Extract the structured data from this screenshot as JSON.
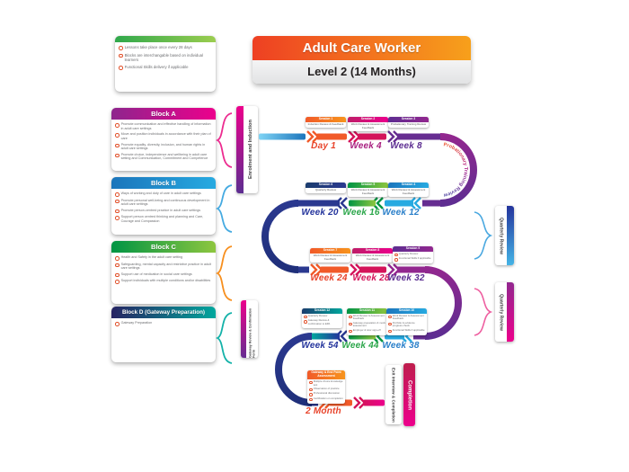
{
  "header": {
    "title": "Adult Care Worker",
    "subtitle": "Level 2 (14 Months)"
  },
  "info_card": {
    "bullets": [
      "Lessons take place once every 28 days",
      "Blocks are interchangable based on individual learners",
      "Functional Skills delivery if applicable"
    ]
  },
  "blocks": [
    {
      "title": "Block A",
      "bullets": [
        "Promote communication and effective handling of information in adult care settings",
        "Move and position individuals in accordance with their plan of care",
        "Promote equality, diversity, inclusion, and human rights in adult care settings",
        "Promote choice, independence and wellbeing in adult care setting and Communication, Commitment and Competence"
      ]
    },
    {
      "title": "Block B",
      "bullets": [
        "Ways of working and duty of care in adult care settings",
        "Promote personal well-being and continuous development in adult care settings",
        "Promote person-centred practice in adult care settings",
        "Support person centred thinking and planning and Care, Courage and Compassion"
      ]
    },
    {
      "title": "Block C",
      "bullets": [
        "Health and Safety in the adult care setting",
        "Safeguarding, mental capacity and restrictive practice in adult care settings",
        "Support use of medication in social care settings",
        "Support individuals with multiple conditions and/or disabilities"
      ]
    },
    {
      "title": "Block D (Gateway Preparation)",
      "bullets": [
        "Gateway Preparation"
      ]
    }
  ],
  "timeline": {
    "start_label": "Enrolment and Induction",
    "curve_label": "Probationary Training Review",
    "week_labels": [
      "Day 1",
      "Week 4",
      "Week 8",
      "Week 20",
      "Week 16",
      "Week 12",
      "Week 24",
      "Week 28",
      "Week 32",
      "Week 54",
      "Week 44",
      "Week 38",
      "2 Month"
    ]
  },
  "sessions": [
    {
      "title": "Session 1",
      "body": "Induction Review & Feedback"
    },
    {
      "title": "Session 2",
      "body": "Work Review & Assessment Feedback"
    },
    {
      "title": "Session 3",
      "body": "Probationary Training Review"
    },
    {
      "title": "Session 4",
      "body": "Work Review & Assessment Feedback"
    },
    {
      "title": "Session 5",
      "body": "Work Review & Assessment Feedback"
    },
    {
      "title": "Session 6",
      "body": "Quarterly Review"
    },
    {
      "title": "Session 7",
      "body": "Work Review & Assessment Feedback"
    },
    {
      "title": "Session 8",
      "body": "Work Review & Assessment Feedback"
    },
    {
      "title": "Session 9",
      "bullets": [
        "Quarterly Review",
        "Functional Skills if applicable"
      ]
    },
    {
      "title": "Session 10",
      "bullets": [
        "Work Review & Assessment Feedback",
        "Portfolio & evidence progress check",
        "Functional Skills if applicable"
      ]
    },
    {
      "title": "Session 11",
      "bullets": [
        "Work Review & Assessment Feedback",
        "Gateway preparation & mock assessment",
        "Employer & tutor sign-off"
      ]
    },
    {
      "title": "Session 12",
      "bullets": [
        "Quarterly Review",
        "Gateway Review & confirmation to EPA"
      ]
    },
    {
      "title": "Gateway & End Point Assessment",
      "bullets": [
        "Multiple choice knowledge test",
        "Observation of practice",
        "Professional discussion",
        "Certification on completion"
      ]
    }
  ],
  "milestones": {
    "quarterly_review_1": "Quarterly Review",
    "quarterly_review_2": "Quarterly Review",
    "gateway_review": "Gateway Review & Confirmation Form",
    "exit_interview": "Exit Interview & Completion",
    "completion": "Completion"
  },
  "colors": {
    "header_gradient": [
      "#ee4023",
      "#f7a01b"
    ],
    "orange": "#f15a29",
    "magenta": "#d4145a",
    "purple": "#662d91",
    "blue": "#27aae1",
    "navy": "#2b3990",
    "green": "#009444",
    "teal": "#00a79d"
  }
}
